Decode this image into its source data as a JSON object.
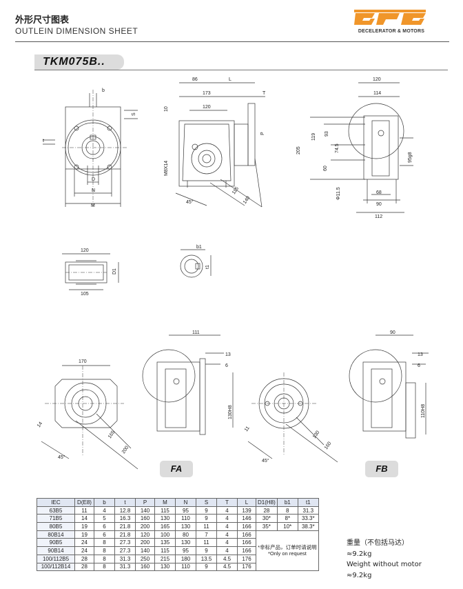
{
  "header": {
    "title_cn": "外形尺寸图表",
    "title_en": "OUTLEIN DIMENSION SHEET",
    "logo_tagline": "DECELERATOR & MOTORS",
    "logo_color": "#f0962a",
    "logo_word": "GPG"
  },
  "model": "TKM075B..",
  "dimensions": {
    "view1": {
      "b": "b",
      "S": "S",
      "t": "t",
      "D": "D",
      "N": "N",
      "M": "M"
    },
    "view2": {
      "d86": "86",
      "L": "L",
      "d173": "173",
      "T": "T",
      "d120": "120",
      "d10": "10",
      "P": "P",
      "m8": "M8X14",
      "d115": "115",
      "d140": "140",
      "a45": "45°"
    },
    "view3": {
      "d120": "120",
      "d114": "114",
      "d205": "205",
      "d119": "119",
      "d93": "93",
      "d745": "74.5",
      "d60": "60",
      "d115": "Φ11.5",
      "d95": "95g8",
      "d68": "68",
      "d90": "90",
      "d112": "112"
    },
    "shaft": {
      "d120": "120",
      "D1": "D1",
      "d105": "105"
    },
    "key": {
      "b1": "b1",
      "t1": "t1"
    },
    "fa": {
      "d170": "170",
      "d111": "111",
      "d13": "13",
      "d6": "6",
      "d14": "14",
      "d165": "165",
      "d200": "200",
      "a45": "45°",
      "h8": "130H8"
    },
    "fb": {
      "d90": "90",
      "d13": "13",
      "d6": "6",
      "d11": "11",
      "d130": "130",
      "d160": "160",
      "a45": "45°",
      "h8": "110H8"
    }
  },
  "view_tags": {
    "fa": "FA",
    "fb": "FB"
  },
  "table": {
    "headers": [
      "IEC",
      "D(E8)",
      "b",
      "t",
      "P",
      "M",
      "N",
      "S",
      "T",
      "L",
      "D1(H8)",
      "b1",
      "t1"
    ],
    "rows": [
      [
        "63B5",
        "11",
        "4",
        "12.8",
        "140",
        "115",
        "95",
        "9",
        "4",
        "139",
        "28",
        "8",
        "31.3"
      ],
      [
        "71B5",
        "14",
        "5",
        "16.3",
        "160",
        "130",
        "110",
        "9",
        "4",
        "146",
        "30*",
        "8*",
        "33.3*"
      ],
      [
        "80B5",
        "19",
        "6",
        "21.8",
        "200",
        "165",
        "130",
        "11",
        "4",
        "166",
        "35*",
        "10*",
        "38.3*"
      ],
      [
        "80B14",
        "19",
        "6",
        "21.8",
        "120",
        "100",
        "80",
        "7",
        "4",
        "166"
      ],
      [
        "90B5",
        "24",
        "8",
        "27.3",
        "200",
        "135",
        "130",
        "11",
        "4",
        "166"
      ],
      [
        "90B14",
        "24",
        "8",
        "27.3",
        "140",
        "115",
        "95",
        "9",
        "4",
        "166"
      ],
      [
        "100/112B5",
        "28",
        "8",
        "31.3",
        "250",
        "215",
        "180",
        "13.5",
        "4.5",
        "176"
      ],
      [
        "100/112B14",
        "28",
        "8",
        "31.3",
        "160",
        "130",
        "110",
        "9",
        "4.5",
        "176"
      ]
    ],
    "note_cn": "*非标产品，订单时请说明",
    "note_en": "*Only on request"
  },
  "weight": {
    "cn_label": "重量（不包括马达）",
    "cn_value": "≈9.2kg",
    "en_label": "Weight without motor",
    "en_value": "≈9.2kg"
  }
}
